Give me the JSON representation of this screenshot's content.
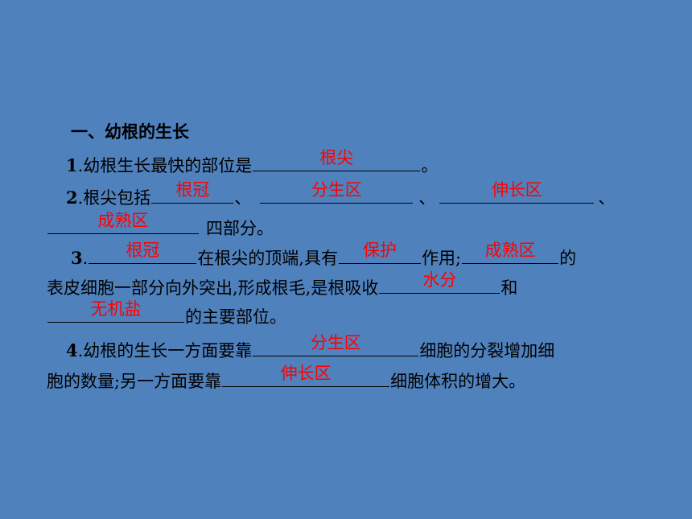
{
  "heading": "一、幼根的生长",
  "q1": {
    "num": "1",
    "pre": ".幼根生长最快的部位是",
    "a1": "根尖",
    "post": "。"
  },
  "q2": {
    "num": "2",
    "pre": ".根尖包括",
    "a1": "根冠",
    "sep1": "、",
    "a2": "分生区",
    "sep2": "、",
    "a3": "伸长区",
    "sep3": "、",
    "a4": "成熟区",
    "post": "四部分。"
  },
  "q3": {
    "num": "3",
    "pre": ".",
    "a1": "根冠",
    "t1": "在根尖的顶端,具有",
    "a2": "保护",
    "t2": "作用;",
    "a3": "成熟区",
    "t3": "的",
    "t4": "表皮细胞一部分向外突出,形成根毛,是根吸收",
    "a4": "水分",
    "t5": "和",
    "a5": "无机盐",
    "t6": "的主要部位。"
  },
  "q4": {
    "num": "4",
    "pre": ".幼根的生长一方面要靠",
    "a1": "分生区",
    "t1": "细胞的分裂增加细",
    "t2": "胞的数量;另一方面要靠",
    "a2": "伸长区",
    "t3": "细胞体积的增大。"
  }
}
